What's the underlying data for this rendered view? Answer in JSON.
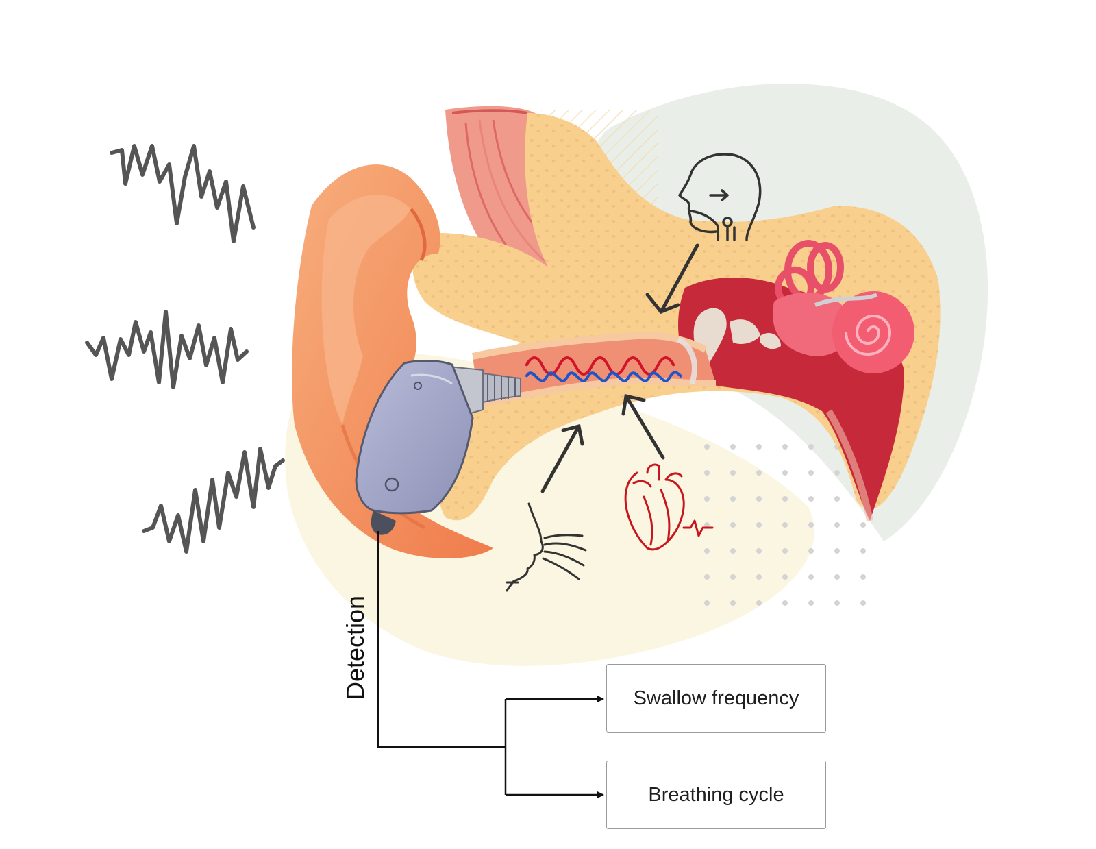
{
  "detection_label": "Detection",
  "outputs": [
    {
      "label": "Swallow frequency"
    },
    {
      "label": "Breathing cycle"
    }
  ],
  "sources": [
    {
      "icon": "swallow-head-icon"
    },
    {
      "icon": "breathing-face-icon"
    },
    {
      "icon": "heart-icon"
    }
  ],
  "colors": {
    "skin": "#f49a68",
    "bone": "#f8cf8c",
    "tissue": "#c62a3a",
    "device": "#a7abcc",
    "wave_red": "#d0152a",
    "wave_blue": "#1f55c8",
    "heart_icon": "#c8161e",
    "line_icons": "#333333",
    "noise": "#555555"
  }
}
